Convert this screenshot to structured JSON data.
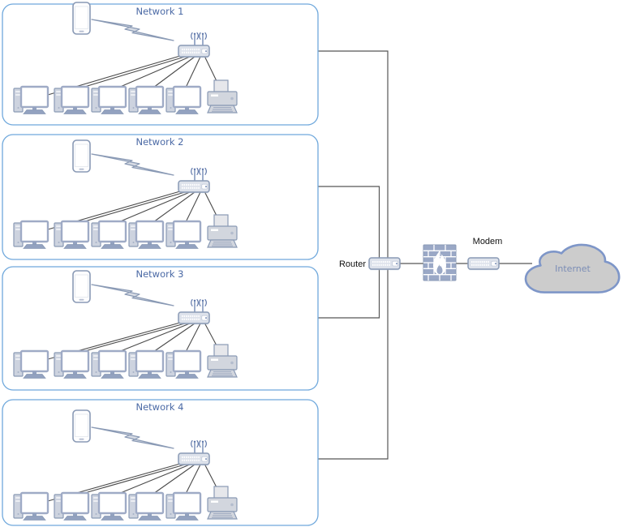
{
  "networks": [
    {
      "label": "Network 1",
      "devices": {
        "smartphones": 1,
        "access_points": 1,
        "computers": 5,
        "printers": 1
      }
    },
    {
      "label": "Network 2",
      "devices": {
        "smartphones": 1,
        "access_points": 1,
        "computers": 5,
        "printers": 1
      }
    },
    {
      "label": "Network 3",
      "devices": {
        "smartphones": 1,
        "access_points": 1,
        "computers": 5,
        "printers": 1
      }
    },
    {
      "label": "Network 4",
      "devices": {
        "smartphones": 1,
        "access_points": 1,
        "computers": 5,
        "printers": 1
      }
    }
  ],
  "wan": {
    "router_label": "Router",
    "modem_label": "Modem",
    "internet_label": "Internet"
  },
  "icons": {
    "smartphone-icon": "rounded-rect phone with home button",
    "wireless-bolt-icon": "zigzag lightning bolt (wireless link)",
    "access-point-icon": "rack switch with two radiating antennas",
    "computer-icon": "desktop tower with monitor",
    "printer-icon": "printer with paper and output tray",
    "router-icon": "rack switch",
    "modem-icon": "rack switch",
    "firewall-icon": "brick wall with flame",
    "internet-cloud-icon": "cloud outline"
  },
  "colors": {
    "network_box_border": "#6fa8dc",
    "network_title_text": "#4a69a5",
    "device_stroke": "#8a9ab5",
    "device_fill": "#dde2eb",
    "cable": "#4a4a4a",
    "firewall_fill": "#9aa8c6",
    "cloud_fill": "#cccccc",
    "cloud_stroke": "#7e96c8",
    "internet_text": "#7b8db6",
    "wan_label_text": "#111111"
  }
}
